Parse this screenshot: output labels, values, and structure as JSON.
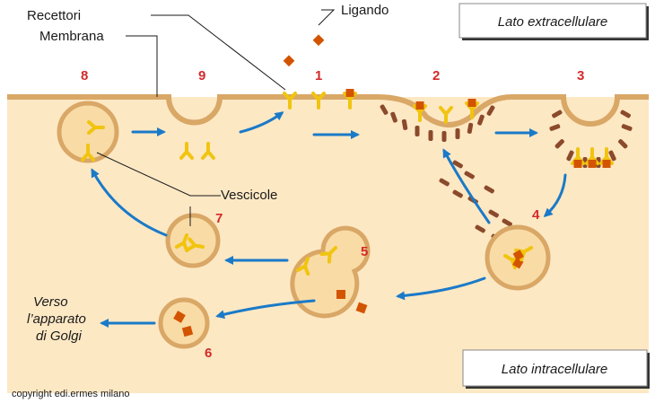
{
  "labels": {
    "receptors": "Recettori",
    "ligand": "Ligando",
    "membrane": "Membrana",
    "vesicles": "Vescicole",
    "extracellular": "Lato extracellulare",
    "intracellular": "Lato intracellulare",
    "golgi_line1": "Verso",
    "golgi_line2": "l’apparato",
    "golgi_line3": "di Golgi",
    "copyright": "copyright edi.ermes milano"
  },
  "steps": [
    "1",
    "2",
    "3",
    "4",
    "5",
    "6",
    "7",
    "8",
    "9"
  ],
  "colors": {
    "cytoplasm": "#fde8c4",
    "membrane": "#d9a766",
    "vesicle_fill": "#f9dba6",
    "receptor": "#f1c40f",
    "ligand": "#d35400",
    "clathrin": "#8b4a2b",
    "arrow": "#1a7ac8",
    "step_number": "#d22a2a"
  }
}
